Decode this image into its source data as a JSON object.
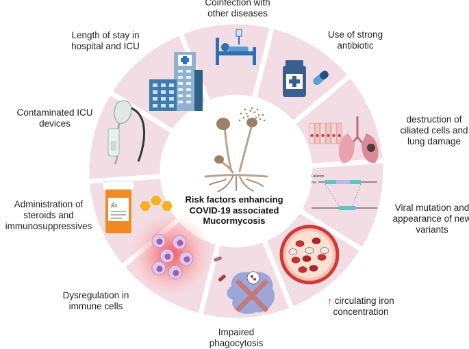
{
  "center": {
    "title_line1": "Risk factors enhancing",
    "title_line2": "COVID-19 associated",
    "title_line3": "Mucormycosis"
  },
  "factors": [
    {
      "line1": "Coinfection with",
      "line2": "other diseases",
      "icon": "patient-bed-icon"
    },
    {
      "line1": "Use of strong",
      "line2": "antibiotic",
      "icon": "medicine-bottle-icon"
    },
    {
      "line1": "destruction of",
      "line2": "ciliated cells and",
      "line3": "lung damage",
      "icon": "lungs-icon"
    },
    {
      "line1": "Viral mutation and",
      "line2": "appearance of new",
      "line3": "variants",
      "icon": "dna-deletion-icon"
    },
    {
      "line1": "circulating iron",
      "line2": "concentration",
      "prefix": "↑",
      "icon": "blood-vessel-icon"
    },
    {
      "line1": "Impaired",
      "line2": "phagocytosis",
      "icon": "macrophage-icon"
    },
    {
      "line1": "Dysregulation in",
      "line2": "immune cells",
      "icon": "immune-cells-icon"
    },
    {
      "line1": "Administration of",
      "line2": "steroids and",
      "line3": "immunosuppressives",
      "icon": "pill-bottle-icon"
    },
    {
      "line1": "Contaminated ICU",
      "line2": "devices",
      "icon": "oxygen-mask-icon"
    },
    {
      "line1": "Length of stay in",
      "line2": "hospital and ICU",
      "icon": "hospital-building-icon"
    }
  ],
  "icons": {
    "deletion_label": "Deletion",
    "ref_label": "Ref",
    "pill_mark": "Rx"
  },
  "colors": {
    "sector_fill": "#f3dde4",
    "sector_stroke": "#ffffff",
    "center_fill": "#ffffff",
    "accent_red": "#e02020"
  }
}
